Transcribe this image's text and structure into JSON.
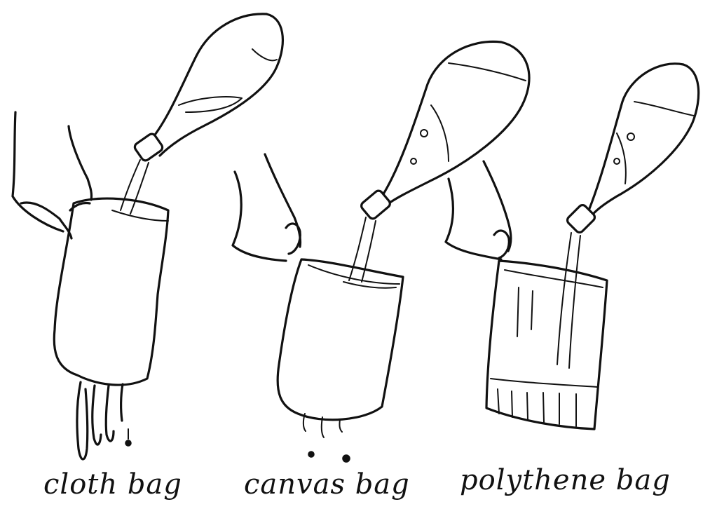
{
  "panels": [
    {
      "id": "cloth",
      "caption": "cloth bag"
    },
    {
      "id": "canvas",
      "caption": "canvas bag"
    },
    {
      "id": "poly",
      "caption": "polythene bag"
    }
  ]
}
